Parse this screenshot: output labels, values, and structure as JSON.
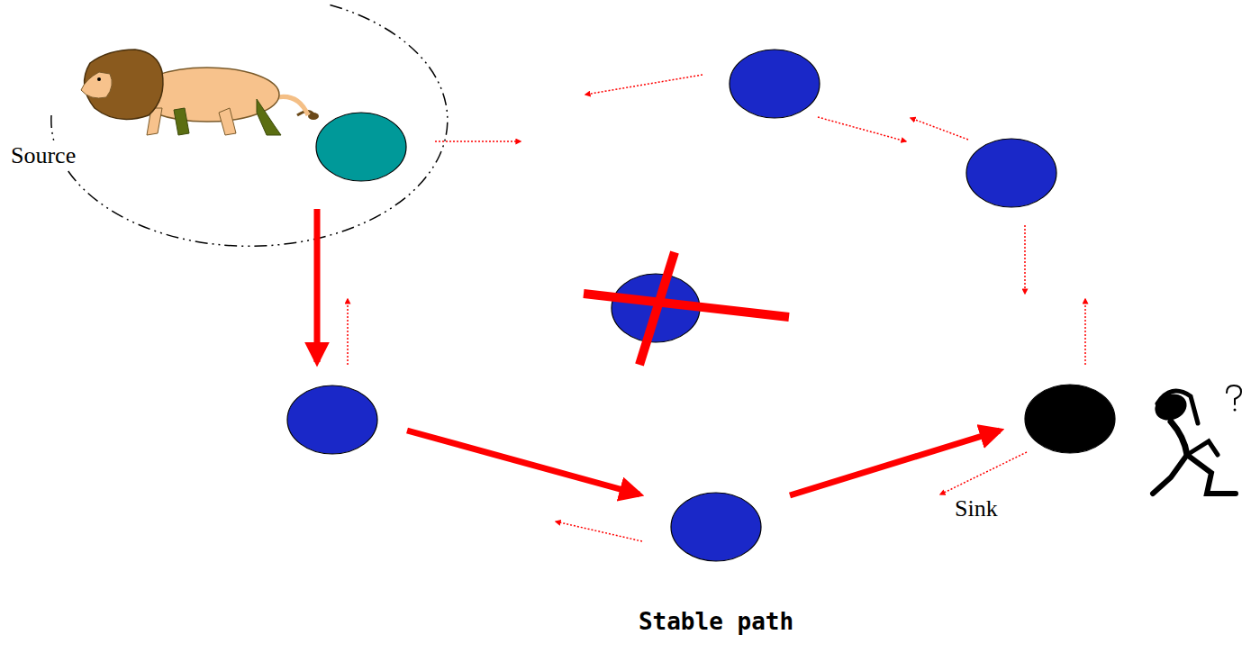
{
  "diagram": {
    "caption": "Stable path",
    "nodes": [
      {
        "text": [
          "Source"
        ]
      },
      {
        "text": [
          "Sink"
        ]
      }
    ]
  }
}
